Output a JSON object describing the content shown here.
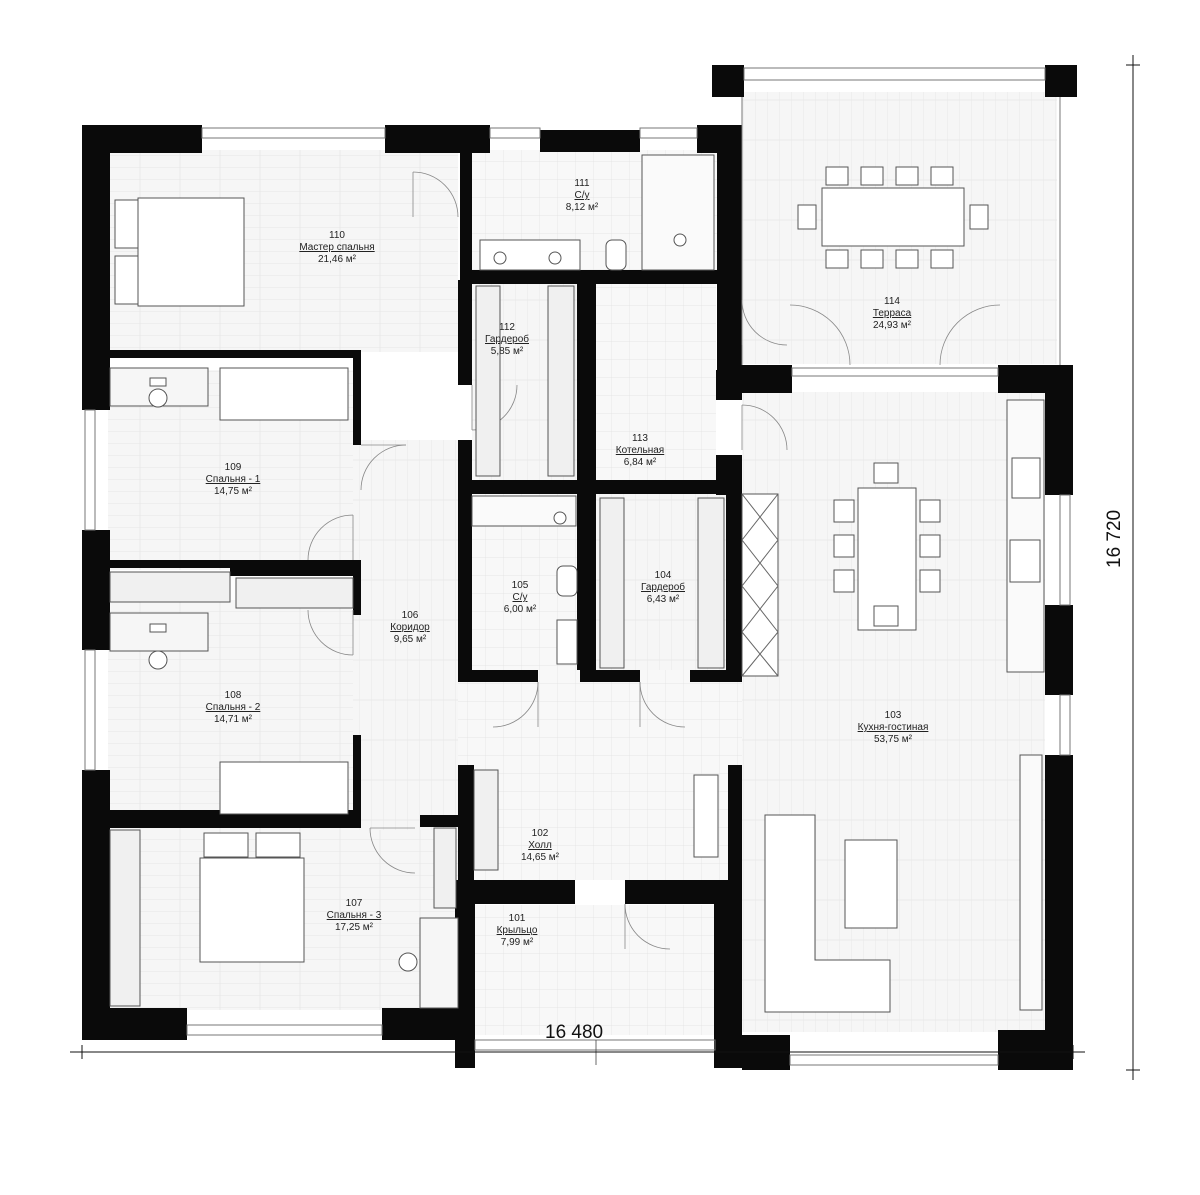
{
  "rooms": [
    {
      "id": "101",
      "name": "Крыльцо",
      "area": "7,99 м²"
    },
    {
      "id": "102",
      "name": "Холл",
      "area": "14,65 м²"
    },
    {
      "id": "103",
      "name": "Кухня-гостиная",
      "area": "53,75 м²"
    },
    {
      "id": "104",
      "name": "Гардероб",
      "area": "6,43 м²"
    },
    {
      "id": "105",
      "name": "С/у",
      "area": "6,00 м²"
    },
    {
      "id": "106",
      "name": "Коридор",
      "area": "9,65 м²"
    },
    {
      "id": "107",
      "name": "Спальня - 3",
      "area": "17,25 м²"
    },
    {
      "id": "108",
      "name": "Спальня - 2",
      "area": "14,71 м²"
    },
    {
      "id": "109",
      "name": "Спальня - 1",
      "area": "14,75 м²"
    },
    {
      "id": "110",
      "name": "Мастер спальня",
      "area": "21,46 м²"
    },
    {
      "id": "111",
      "name": "С/у",
      "area": "8,12 м²"
    },
    {
      "id": "112",
      "name": "Гардероб",
      "area": "5,85 м²"
    },
    {
      "id": "113",
      "name": "Котельная",
      "area": "6,84 м²"
    },
    {
      "id": "114",
      "name": "Терраса",
      "area": "24,93 м²"
    }
  ],
  "dimensions": {
    "width": "16 480",
    "height": "16 720"
  },
  "colors": {
    "wall": "#0a0a0a",
    "floor": "#f5f5f5",
    "line": "#cfcfcf",
    "furniture": "#555555"
  }
}
